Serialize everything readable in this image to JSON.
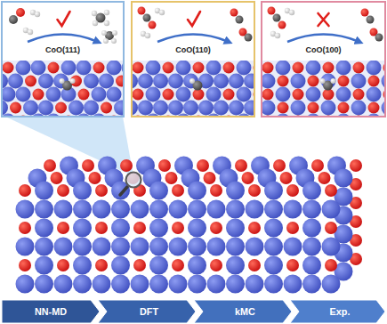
{
  "diagram": {
    "nodes": [
      {
        "text": [
          "CoO(111)"
        ]
      },
      {
        "text": [
          "CoO(110)"
        ]
      },
      {
        "text": [
          "CoO(100)"
        ]
      },
      {
        "text": [
          "NN-MD"
        ]
      },
      {
        "text": [
          "DFT"
        ]
      },
      {
        "text": [
          "kMC"
        ]
      },
      {
        "text": [
          "Exp."
        ]
      }
    ]
  }
}
